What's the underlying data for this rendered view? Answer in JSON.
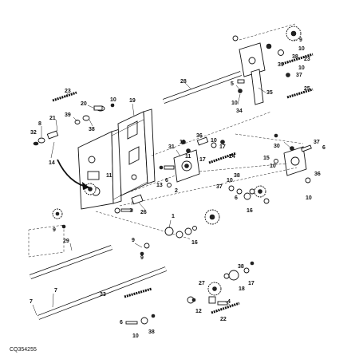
{
  "figure": {
    "code": "CQ354255",
    "callouts": [
      {
        "id": "c23a",
        "text": "23"
      },
      {
        "id": "c20",
        "text": "20"
      },
      {
        "id": "c10a",
        "text": "10"
      },
      {
        "id": "c19",
        "text": "19"
      },
      {
        "id": "c39a",
        "text": "39"
      },
      {
        "id": "c38a",
        "text": "38"
      },
      {
        "id": "c21",
        "text": "21"
      },
      {
        "id": "c8",
        "text": "8"
      },
      {
        "id": "c32",
        "text": "32"
      },
      {
        "id": "c14",
        "text": "14"
      },
      {
        "id": "c28",
        "text": "28"
      },
      {
        "id": "c9a",
        "text": "9"
      },
      {
        "id": "c10b",
        "text": "10"
      },
      {
        "id": "c38b",
        "text": "38"
      },
      {
        "id": "c23b",
        "text": "23"
      },
      {
        "id": "c10c",
        "text": "10"
      },
      {
        "id": "c39b",
        "text": "39"
      },
      {
        "id": "c37a",
        "text": "37"
      },
      {
        "id": "c5",
        "text": "5"
      },
      {
        "id": "c35",
        "text": "35"
      },
      {
        "id": "c25",
        "text": "25"
      },
      {
        "id": "c10d",
        "text": "10"
      },
      {
        "id": "c34",
        "text": "34"
      },
      {
        "id": "c36a",
        "text": "36"
      },
      {
        "id": "c10e",
        "text": "10"
      },
      {
        "id": "c11a",
        "text": "11"
      },
      {
        "id": "c31",
        "text": "31"
      },
      {
        "id": "c17a",
        "text": "17"
      },
      {
        "id": "c24",
        "text": "24"
      },
      {
        "id": "c11b",
        "text": "11"
      },
      {
        "id": "c17b",
        "text": "17"
      },
      {
        "id": "c30",
        "text": "30"
      },
      {
        "id": "c37b",
        "text": "37"
      },
      {
        "id": "c6a",
        "text": "6"
      },
      {
        "id": "c15",
        "text": "15"
      },
      {
        "id": "c10f",
        "text": "10"
      },
      {
        "id": "c36b",
        "text": "36"
      },
      {
        "id": "c11c",
        "text": "11"
      },
      {
        "id": "c13",
        "text": "13"
      },
      {
        "id": "c6b",
        "text": "6"
      },
      {
        "id": "c2",
        "text": "2"
      },
      {
        "id": "c26",
        "text": "26"
      },
      {
        "id": "c38c",
        "text": "38"
      },
      {
        "id": "c37c",
        "text": "37"
      },
      {
        "id": "c10g",
        "text": "10"
      },
      {
        "id": "c10h",
        "text": "10"
      },
      {
        "id": "c6c",
        "text": "6"
      },
      {
        "id": "c16a",
        "text": "16"
      },
      {
        "id": "c9b",
        "text": "9"
      },
      {
        "id": "c1",
        "text": "1"
      },
      {
        "id": "c3",
        "text": "3"
      },
      {
        "id": "c9c",
        "text": "9"
      },
      {
        "id": "c16b",
        "text": "16"
      },
      {
        "id": "c29",
        "text": "29"
      },
      {
        "id": "c9d",
        "text": "9"
      },
      {
        "id": "c38d",
        "text": "38"
      },
      {
        "id": "c7a",
        "text": "7"
      },
      {
        "id": "c33",
        "text": "33"
      },
      {
        "id": "c27",
        "text": "27"
      },
      {
        "id": "c17c",
        "text": "17"
      },
      {
        "id": "c18",
        "text": "18"
      },
      {
        "id": "c7b",
        "text": "7"
      },
      {
        "id": "c12",
        "text": "12"
      },
      {
        "id": "c4",
        "text": "4"
      },
      {
        "id": "c22",
        "text": "22"
      },
      {
        "id": "c6d",
        "text": "6"
      },
      {
        "id": "c10i",
        "text": "10"
      },
      {
        "id": "c38e",
        "text": "38"
      }
    ]
  }
}
